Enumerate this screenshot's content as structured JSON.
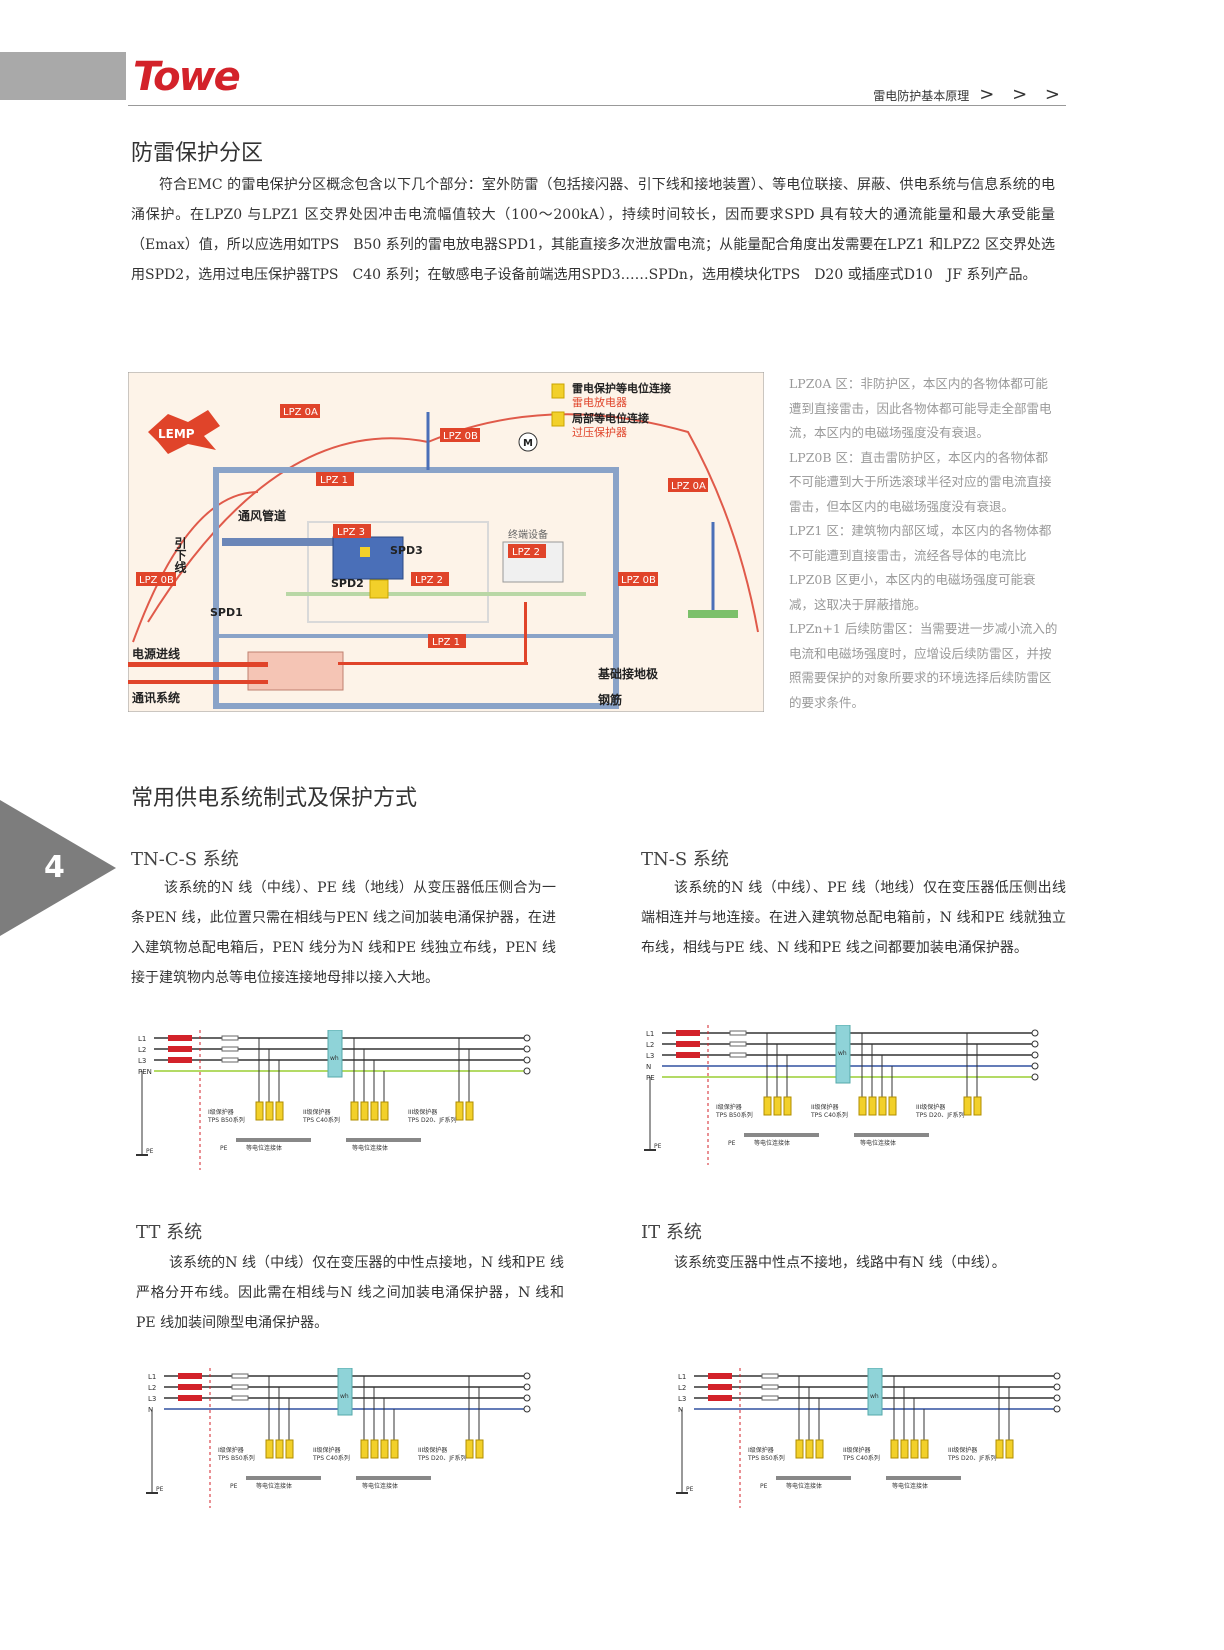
{
  "header": {
    "logo": "Towe",
    "section": "雷电防护基本原理",
    "arrows": "> > >"
  },
  "page_number": "4",
  "zone": {
    "title": "防雷保护分区",
    "intro": "符合EMC 的雷电保护分区概念包含以下几个部分：室外防雷（包括接闪器、引下线和接地装置）、等电位联接、屏蔽、供电系统与信息系统的电涌保护。在LPZ0 与LPZ1 区交界处因冲击电流幅值较大（100～200kA），持续时间较长，因而要求SPD 具有较大的通流能量和最大承受能量（Emax）值，所以应选用如TPS　B50 系列的雷电放电器SPD1，其能直接多次泄放雷电流；从能量配合角度出发需要在LPZ1 和LPZ2 区交界处选用SPD2，选用过电压保护器TPS　C40 系列；在敏感电子设备前端选用SPD3……SPDn，选用模块化TPS　D20 或插座式D10　JF 系列产品。",
    "side_text": [
      "LPZ0A 区：非防护区，本区内的各物体都可能遭到直接雷击，因此各物体都可能导走全部雷电流，本区内的电磁场强度没有衰退。",
      "LPZ0B 区：直击雷防护区，本区内的各物体都不可能遭到大于所选滚球半径对应的雷电流直接雷击，但本区内的电磁场强度没有衰退。",
      "LPZ1 区：建筑物内部区域，本区内的各物体都不可能遭到直接雷击，流经各导体的电流比LPZ0B 区更小，本区内的电磁场强度可能衰减，这取决于屏蔽措施。",
      "LPZn+1 后续防雷区：当需要进一步减小流入的电流和电磁场强度时，应增设后续防雷区，并按照需要保护的对象所要求的环境选择后续防雷区的要求条件。"
    ],
    "diagram": {
      "legend1": "雷电保护等电位连接",
      "legend1b": "雷电放电器",
      "legend2": "局部等电位连接",
      "legend2b": "过压保护器",
      "lemp": "LEMP",
      "lpz0a": "LPZ 0A",
      "lpz0b": "LPZ 0B",
      "lpz1": "LPZ 1",
      "lpz2": "LPZ 2",
      "lpz3": "LPZ 3",
      "spd1": "SPD1",
      "spd2": "SPD2",
      "spd3": "SPD3",
      "duct": "通风管道",
      "downlead": "引下线",
      "power_in": "电源进线",
      "comm": "通讯系统",
      "ground": "基础接地极",
      "rebar": "钢筋",
      "terminal": "终端设备",
      "motor": "M"
    }
  },
  "systems": {
    "title": "常用供电系统制式及保护方式",
    "tncs": {
      "title": "TN-C-S 系统",
      "text": "该系统的N 线（中线）、PE 线（地线）从变压器低压侧合为一条PEN 线，此位置只需在相线与PEN 线之间加装电涌保护器，在进入建筑物总配电箱后，PEN 线分为N 线和PE 线独立布线，PEN 线接于建筑物内总等电位接连接地母排以接入大地。",
      "lines": [
        "L1",
        "L2",
        "L3",
        "PEN"
      ],
      "g1": "I级保护器",
      "g1s": "TPS B50系列",
      "g2": "II级保护器",
      "g2s": "TPS C40系列",
      "g3": "III级保护器",
      "g3s": "TPS D20、JF系列",
      "pe": "PE",
      "bond": "等电位连接体",
      "wh": "wh"
    },
    "tns": {
      "title": "TN-S 系统",
      "text": "该系统的N 线（中线）、PE 线（地线）仅在变压器低压侧出线端相连并与地连接。在进入建筑物总配电箱前，N 线和PE 线就独立布线，相线与PE 线、N 线和PE 线之间都要加装电涌保护器。",
      "lines": [
        "L1",
        "L2",
        "L3",
        "N",
        "PE"
      ],
      "g1": "I级保护器",
      "g1s": "TPS B50系列",
      "g2": "II级保护器",
      "g2s": "TPS C40系列",
      "g3": "III级保护器",
      "g3s": "TPS D20、JF系列",
      "pe": "PE",
      "bond": "等电位连接体",
      "wh": "wh"
    },
    "tt": {
      "title": "TT 系统",
      "text": "该系统的N 线（中线）仅在变压器的中性点接地，N 线和PE 线严格分开布线。因此需在相线与N 线之间加装电涌保护器，N 线和PE 线加装间隙型电涌保护器。",
      "lines": [
        "L1",
        "L2",
        "L3",
        "N"
      ],
      "g1": "I级保护器",
      "g1s": "TPS B50系列",
      "g2": "II级保护器",
      "g2s": "TPS C40系列",
      "g3": "III级保护器",
      "g3s": "TPS D20、JF系列",
      "pe": "PE",
      "bond": "等电位连接体",
      "wh": "wh"
    },
    "it": {
      "title": "IT 系统",
      "text": "该系统变压器中性点不接地，线路中有N 线（中线）。",
      "lines": [
        "L1",
        "L2",
        "L3",
        "N"
      ],
      "g1": "I级保护器",
      "g1s": "TPS B50系列",
      "g2": "II级保护器",
      "g2s": "TPS C40系列",
      "g3": "III级保护器",
      "g3s": "TPS D20、JF系列",
      "pe": "PE",
      "bond": "等电位连接体",
      "wh": "wh"
    }
  },
  "colors": {
    "accent_red": "#d3222a",
    "zone_label_bg": "#e0442a",
    "arrester_yellow": "#f2d02a",
    "meter_cyan": "#8fd3d8"
  }
}
